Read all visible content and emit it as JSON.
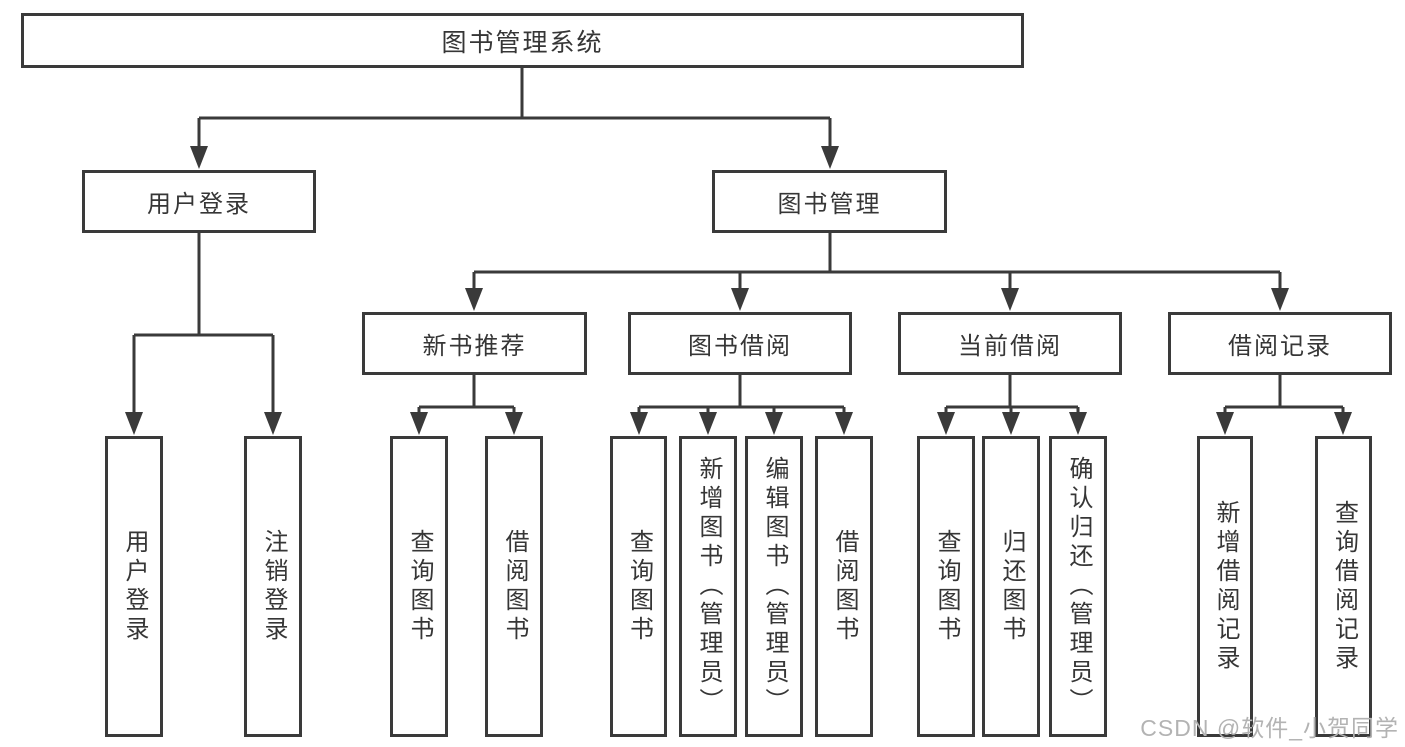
{
  "diagram": {
    "type": "tree-diagram",
    "colors": {
      "line": "#3a3a3a",
      "box_border": "#3a3a3a",
      "box_background": "#ffffff",
      "text": "#363636",
      "watermark": "#b3b3b3",
      "background": "#ffffff"
    },
    "tree": {
      "label": "图书管理系统",
      "children": [
        {
          "label": "用户登录",
          "children": [
            {
              "label": "用户登录"
            },
            {
              "label": "注销登录"
            }
          ]
        },
        {
          "label": "图书管理",
          "children": [
            {
              "label": "新书推荐",
              "children": [
                {
                  "label": "查询图书"
                },
                {
                  "label": "借阅图书"
                }
              ]
            },
            {
              "label": "图书借阅",
              "children": [
                {
                  "label": "查询图书"
                },
                {
                  "label": "新增图书（管理员）"
                },
                {
                  "label": "编辑图书（管理员）"
                },
                {
                  "label": "借阅图书"
                }
              ]
            },
            {
              "label": "当前借阅",
              "children": [
                {
                  "label": "查询图书"
                },
                {
                  "label": "归还图书"
                },
                {
                  "label": "确认归还（管理员）"
                }
              ]
            },
            {
              "label": "借阅记录",
              "children": [
                {
                  "label": "新增借阅记录"
                },
                {
                  "label": "查询借阅记录"
                }
              ]
            }
          ]
        }
      ]
    },
    "watermark": {
      "text": "CSDN @软件_小贺同学"
    }
  }
}
